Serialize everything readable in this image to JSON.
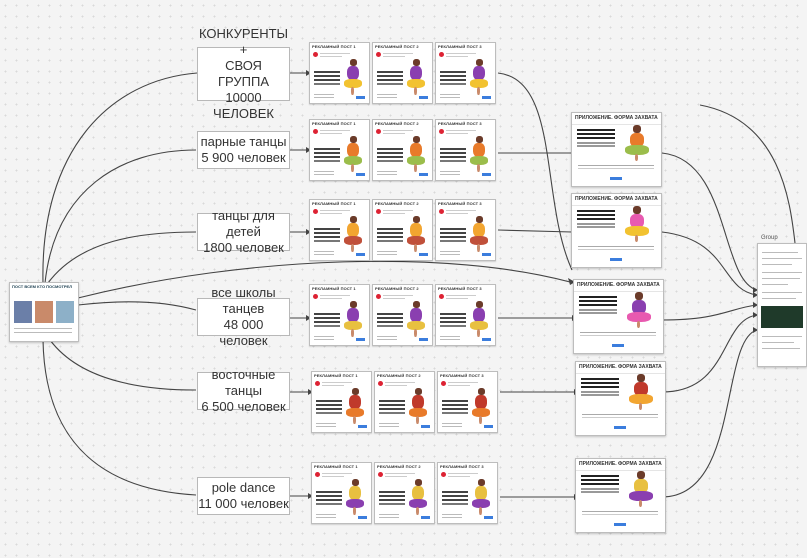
{
  "source_card": {
    "header": "ПОСТ ВСЕМ КТО ПОСМОТРЕЛ"
  },
  "segments": [
    {
      "line1": "КОНКУРЕНТЫ +",
      "line2": "СВОЯ ГРУППА",
      "line3": "10000 ЧЕЛОВЕК"
    },
    {
      "line1": "парные танцы",
      "line2": "5 900 человек"
    },
    {
      "line1": "танцы для детей",
      "line2": "1800 человек"
    },
    {
      "line1": "все школы танцев",
      "line2": "48 000 человек"
    },
    {
      "line1": "восточные танцы",
      "line2": "6 500 человек"
    },
    {
      "line1": "pole dance",
      "line2": "11 000 человек"
    }
  ],
  "ad_posts": [
    {
      "row": 0,
      "headers": [
        "РЕКЛАМНЫЙ ПОСТ 1",
        "РЕКЛАМНЫЙ ПОСТ 2",
        "РЕКЛАМНЫЙ ПОСТ 3"
      ]
    },
    {
      "row": 1,
      "headers": [
        "РЕКЛАМНЫЙ ПОСТ 1",
        "РЕКЛАМНЫЙ ПОСТ 2",
        "РЕКЛАМНЫЙ ПОСТ 3"
      ]
    },
    {
      "row": 2,
      "headers": [
        "РЕКЛАМНЫЙ ПОСТ 1",
        "РЕКЛАМНЫЙ ПОСТ 2",
        "РЕКЛАМНЫЙ ПОСТ 3"
      ]
    },
    {
      "row": 3,
      "headers": [
        "РЕКЛАМНЫЙ ПОСТ 1",
        "РЕКЛАМНЫЙ ПОСТ 2",
        "РЕКЛАМНЫЙ ПОСТ 3"
      ]
    },
    {
      "row": 4,
      "headers": [
        "РЕКЛАМНЫЙ ПОСТ 1",
        "РЕКЛАМНЫЙ ПОСТ 2",
        "РЕКЛАМНЫЙ ПОСТ 3"
      ]
    },
    {
      "row": 5,
      "headers": [
        "РЕКЛАМНЫЙ ПОСТ 1",
        "РЕКЛАМНЫЙ ПОСТ 2",
        "РЕКЛАМНЫЙ ПОСТ 3"
      ]
    }
  ],
  "capture_forms": [
    {
      "header": "ПРИЛОЖЕНИЕ. ФОРМА ЗАХВАТА"
    },
    {
      "header": "ПРИЛОЖЕНИЕ. ФОРМА ЗАХВАТА"
    },
    {
      "header": "ПРИЛОЖЕНИЕ. ФОРМА ЗАХВАТА"
    },
    {
      "header": "ПРИЛОЖЕНИЕ. ФОРМА ЗАХВАТА"
    },
    {
      "header": "ПРИЛОЖЕНИЕ. ФОРМА ЗАХВАТА"
    }
  ],
  "target_card": {
    "label": "Group"
  },
  "colors": {
    "edge": "#444444",
    "accent_red": "#d22233",
    "button_blue": "#3b7ddd",
    "figure_purple": "#8a3fb0",
    "figure_yellow": "#f2c230",
    "figure_orange": "#e87a2a"
  }
}
